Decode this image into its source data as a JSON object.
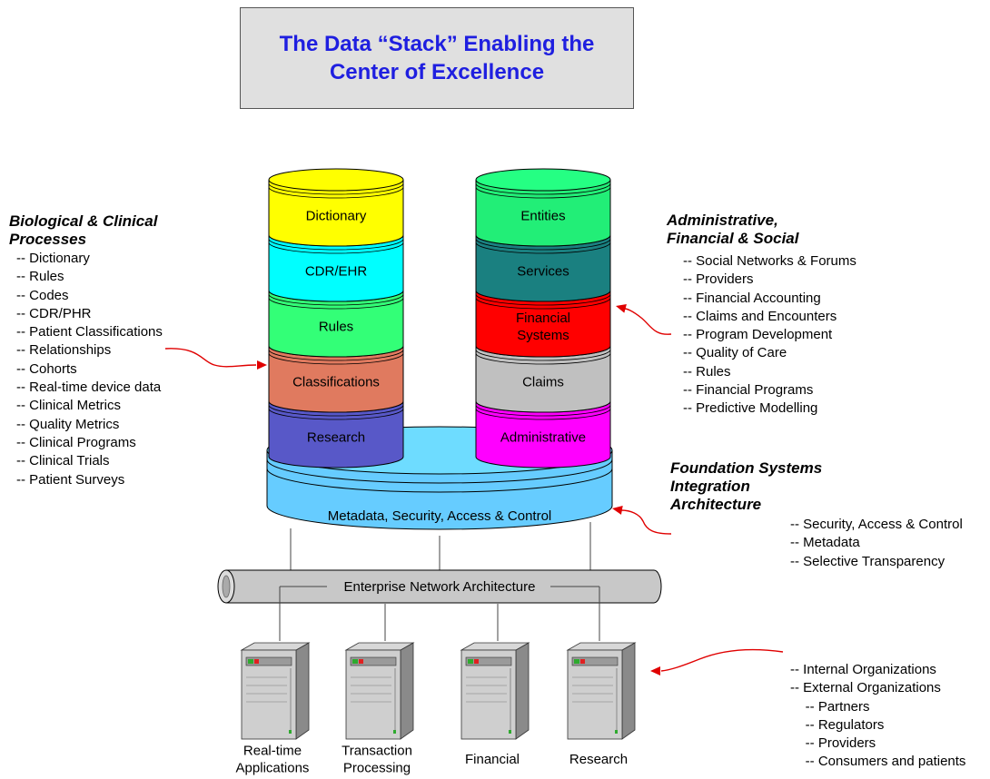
{
  "title": "The Data “Stack” Enabling the\nCenter of Excellence",
  "left_stack": [
    {
      "label": "Dictionary",
      "color": "#ffff00"
    },
    {
      "label": "CDR/EHR",
      "color": "#00ffff"
    },
    {
      "label": "Rules",
      "color": "#33ff77"
    },
    {
      "label": "Classifications",
      "color": "#e07a5f"
    },
    {
      "label": "Research",
      "color": "#5858c8"
    }
  ],
  "right_stack": [
    {
      "label": "Entities",
      "color": "#22ee77"
    },
    {
      "label": "Services",
      "color": "#1a8080"
    },
    {
      "label": "Financial\nSystems",
      "color": "#ff0000"
    },
    {
      "label": "Claims",
      "color": "#c0c0c0"
    },
    {
      "label": "Administrative",
      "color": "#ff00ff"
    }
  ],
  "platform": {
    "label": "Metadata, Security, Access & Control",
    "color": "#66ccff"
  },
  "network": {
    "label": "Enterprise Network Architecture",
    "color": "#c8c8c8"
  },
  "servers": [
    "Real-time\nApplications",
    "Transaction\nProcessing",
    "Financial",
    "Research"
  ],
  "biological": {
    "heading": "Biological & Clinical\nProcesses",
    "items": [
      "-- Dictionary",
      "-- Rules",
      "-- Codes",
      "-- CDR/PHR",
      "-- Patient Classifications",
      "-- Relationships",
      "-- Cohorts",
      "-- Real-time device data",
      "-- Clinical Metrics",
      "-- Quality Metrics",
      "-- Clinical Programs",
      "-- Clinical Trials",
      "-- Patient Surveys"
    ]
  },
  "administrative": {
    "heading": "Administrative,\nFinancial & Social",
    "items": [
      "-- Social Networks & Forums",
      "-- Providers",
      "-- Financial Accounting",
      "-- Claims and Encounters",
      "-- Program Development",
      "-- Quality of Care",
      "-- Rules",
      "-- Financial Programs",
      "-- Predictive Modelling"
    ]
  },
  "foundation": {
    "heading": "Foundation Systems\nIntegration\nArchitecture",
    "items": [
      "-- Security, Access & Control",
      "-- Metadata",
      "-- Selective Transparency"
    ]
  },
  "organizations": {
    "items": [
      "-- Internal Organizations",
      "-- External Organizations",
      "    -- Partners",
      "    -- Regulators",
      "    -- Providers",
      "    -- Consumers and patients"
    ]
  },
  "colors": {
    "arrow": "#e00000",
    "title_text": "#1f1fe0"
  }
}
